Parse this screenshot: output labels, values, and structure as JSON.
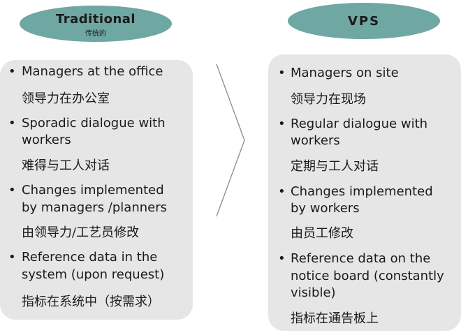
{
  "left": {
    "title": "Traditional",
    "subtitle": "传统的",
    "items": [
      {
        "en": [
          "Managers at the office"
        ],
        "zh": "领导力在办公室"
      },
      {
        "en": [
          "Sporadic dialogue with",
          "workers"
        ],
        "zh": "难得与工人对话"
      },
      {
        "en": [
          "Changes implemented",
          "by managers /planners"
        ],
        "zh": "由领导力/工艺员修改"
      },
      {
        "en": [
          "Reference data in the",
          "system (upon request)"
        ],
        "zh": "指标在系统中（按需求）"
      }
    ]
  },
  "right": {
    "title": "VPS",
    "items": [
      {
        "en": [
          "Managers on site"
        ],
        "zh": "领导力在现场"
      },
      {
        "en": [
          "Regular dialogue with",
          "workers"
        ],
        "zh": "定期与工人对话"
      },
      {
        "en": [
          "Changes implemented",
          "by workers"
        ],
        "zh": "由员工修改"
      },
      {
        "en": [
          "Reference data on the",
          "notice board (constantly",
          "visible)"
        ],
        "zh": "指标在通告板上"
      }
    ]
  },
  "colors": {
    "pill": "#6fa7a2",
    "panel": "#e6e6e6",
    "text": "#1a1a1a",
    "chevron": "#8a8a8a"
  },
  "bullet_glyph": "•"
}
